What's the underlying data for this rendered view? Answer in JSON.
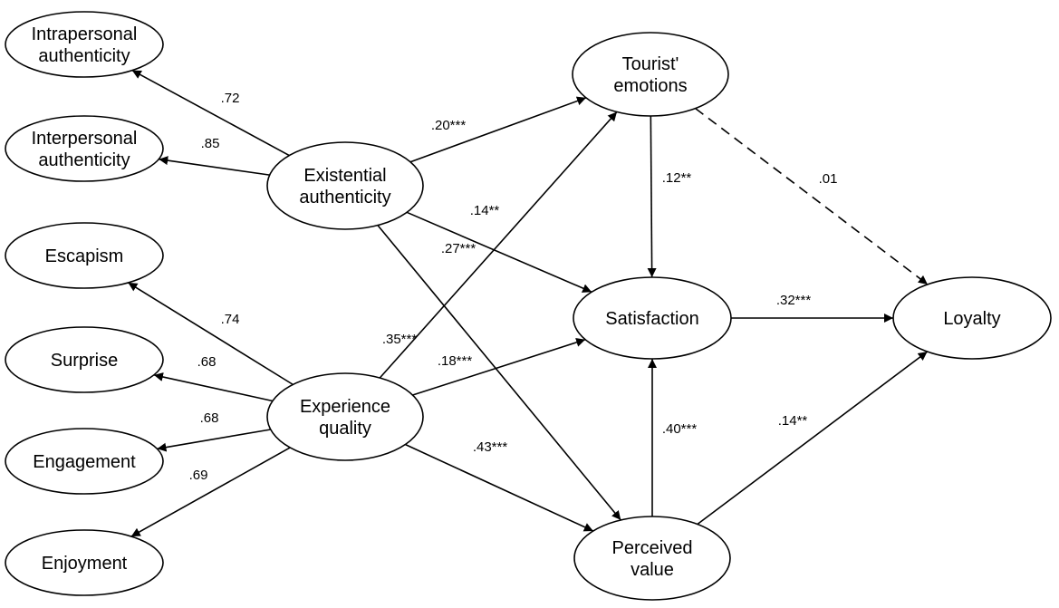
{
  "nodes": {
    "intrapersonal": {
      "lines": [
        "Intrapersonal",
        "authenticity"
      ]
    },
    "interpersonal": {
      "lines": [
        "Interpersonal",
        "authenticity"
      ]
    },
    "escapism": {
      "lines": [
        "Escapism"
      ]
    },
    "surprise": {
      "lines": [
        "Surprise"
      ]
    },
    "engagement": {
      "lines": [
        "Engagement"
      ]
    },
    "enjoyment": {
      "lines": [
        "Enjoyment"
      ]
    },
    "existential": {
      "lines": [
        "Existential",
        "authenticity"
      ]
    },
    "experience": {
      "lines": [
        "Experience",
        "quality"
      ]
    },
    "emotions": {
      "lines": [
        "Tourist'",
        "emotions"
      ]
    },
    "satisfaction": {
      "lines": [
        "Satisfaction"
      ]
    },
    "value": {
      "lines": [
        "Perceived",
        "value"
      ]
    },
    "loyalty": {
      "lines": [
        "Loyalty"
      ]
    }
  },
  "edges": [
    {
      "id": "existential-intrapersonal",
      "from": "existential",
      "to": "intrapersonal",
      "label": ".72",
      "style": "solid"
    },
    {
      "id": "existential-interpersonal",
      "from": "existential",
      "to": "interpersonal",
      "label": ".85",
      "style": "solid"
    },
    {
      "id": "existential-emotions",
      "from": "existential",
      "to": "emotions",
      "label": ".20***",
      "style": "solid"
    },
    {
      "id": "existential-satisfaction",
      "from": "existential",
      "to": "satisfaction",
      "label": ".14**",
      "style": "solid"
    },
    {
      "id": "existential-value",
      "from": "existential",
      "to": "value",
      "label": ".27***",
      "style": "solid"
    },
    {
      "id": "experience-escapism",
      "from": "experience",
      "to": "escapism",
      "label": ".74",
      "style": "solid"
    },
    {
      "id": "experience-surprise",
      "from": "experience",
      "to": "surprise",
      "label": ".68",
      "style": "solid"
    },
    {
      "id": "experience-engagement",
      "from": "experience",
      "to": "engagement",
      "label": ".68",
      "style": "solid"
    },
    {
      "id": "experience-enjoyment",
      "from": "experience",
      "to": "enjoyment",
      "label": ".69",
      "style": "solid"
    },
    {
      "id": "experience-emotions",
      "from": "experience",
      "to": "emotions",
      "label": ".35***",
      "style": "solid"
    },
    {
      "id": "experience-satisfaction",
      "from": "experience",
      "to": "satisfaction",
      "label": ".18***",
      "style": "solid"
    },
    {
      "id": "experience-value",
      "from": "experience",
      "to": "value",
      "label": ".43***",
      "style": "solid"
    },
    {
      "id": "emotions-satisfaction",
      "from": "emotions",
      "to": "satisfaction",
      "label": ".12**",
      "style": "solid"
    },
    {
      "id": "emotions-loyalty",
      "from": "emotions",
      "to": "loyalty",
      "label": ".01",
      "style": "dashed"
    },
    {
      "id": "satisfaction-loyalty",
      "from": "satisfaction",
      "to": "loyalty",
      "label": ".32***",
      "style": "solid"
    },
    {
      "id": "value-satisfaction",
      "from": "value",
      "to": "satisfaction",
      "label": ".40***",
      "style": "solid"
    },
    {
      "id": "value-loyalty",
      "from": "value",
      "to": "loyalty",
      "label": ".14**",
      "style": "solid"
    }
  ]
}
